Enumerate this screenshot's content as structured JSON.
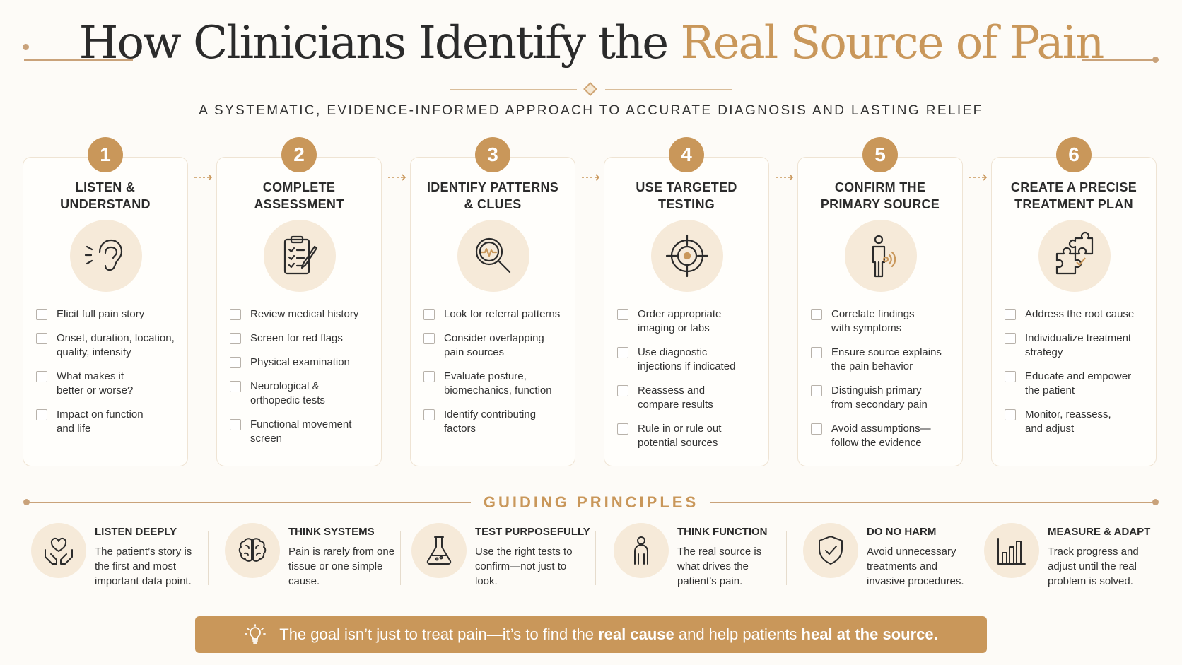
{
  "header": {
    "title_main": "How Clinicians Identify the ",
    "title_accent": "Real Source of Pain",
    "subtitle": "A SYSTEMATIC, EVIDENCE-INFORMED APPROACH TO ACCURATE DIAGNOSIS AND LASTING RELIEF"
  },
  "colors": {
    "accent": "#c9975a",
    "icon_bg": "#f6ead9",
    "text": "#2b2b2b",
    "background": "#fdfbf7"
  },
  "steps": [
    {
      "number": "1",
      "title": "LISTEN & UNDERSTAND",
      "icon": "ear-icon",
      "items": [
        "Elicit full pain story",
        "Onset, duration, location, quality, intensity",
        "What makes it better or worse?",
        "Impact on function and life"
      ]
    },
    {
      "number": "2",
      "title": "COMPLETE ASSESSMENT",
      "icon": "clipboard-icon",
      "items": [
        "Review medical history",
        "Screen for red flags",
        "Physical examination",
        "Neurological & orthopedic tests",
        "Functional movement screen"
      ]
    },
    {
      "number": "3",
      "title": "IDENTIFY PATTERNS & CLUES",
      "icon": "magnifier-icon",
      "items": [
        "Look for referral patterns",
        "Consider overlapping pain sources",
        "Evaluate posture, biomechanics, function",
        "Identify contributing factors"
      ]
    },
    {
      "number": "4",
      "title": "USE TARGETED TESTING",
      "icon": "target-icon",
      "items": [
        "Order appropriate imaging or labs",
        "Use diagnostic injections if indicated",
        "Reassess and compare results",
        "Rule in or rule out potential sources"
      ]
    },
    {
      "number": "5",
      "title": "CONFIRM THE PRIMARY SOURCE",
      "icon": "person-pain-icon",
      "items": [
        "Correlate findings with symptoms",
        "Ensure source explains the pain behavior",
        "Distinguish primary from secondary pain",
        "Avoid assumptions—follow the evidence"
      ]
    },
    {
      "number": "6",
      "title": "CREATE A PRECISE TREATMENT PLAN",
      "icon": "puzzle-icon",
      "items": [
        "Address the root cause",
        "Individualize treatment strategy",
        "Educate and empower the patient",
        "Monitor, reassess, and adjust"
      ]
    }
  ],
  "principles": {
    "title": "GUIDING PRINCIPLES",
    "items": [
      {
        "head": "LISTEN DEEPLY",
        "body": "The patient’s story is the first and most important data point.",
        "icon": "heart-hands-icon"
      },
      {
        "head": "THINK SYSTEMS",
        "body": "Pain is rarely from one tissue or one simple cause.",
        "icon": "brain-icon"
      },
      {
        "head": "TEST PURPOSEFULLY",
        "body": "Use the right tests to confirm—not just to look.",
        "icon": "flask-icon"
      },
      {
        "head": "THINK FUNCTION",
        "body": "The real source is what drives the patient’s pain.",
        "icon": "person-icon"
      },
      {
        "head": "DO NO HARM",
        "body": "Avoid unnecessary treatments and invasive procedures.",
        "icon": "shield-check-icon"
      },
      {
        "head": "MEASURE & ADAPT",
        "body": "Track progress and adjust until the real problem is solved.",
        "icon": "bar-chart-icon"
      }
    ]
  },
  "banner": {
    "part1": "The goal isn’t just to treat pain—it’s to find the ",
    "bold1": "real cause",
    "part2": " and help patients ",
    "bold2": "heal at the source.",
    "icon": "lightbulb-icon"
  }
}
